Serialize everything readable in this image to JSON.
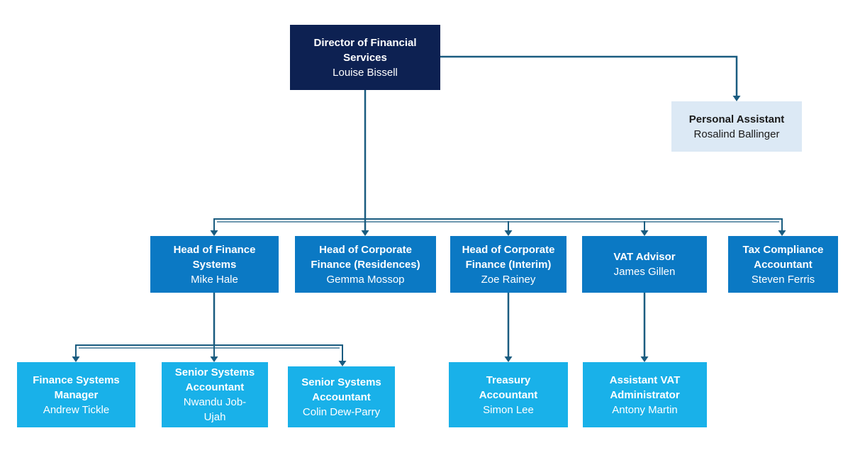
{
  "colors": {
    "level1_bg": "#0D2152",
    "assistant_bg": "#DCE9F5",
    "level2_bg": "#0B79C4",
    "level3_bg": "#19B1E9",
    "connector": "#1A5C80",
    "text_on_dark": "#FFFFFF",
    "text_on_light": "#1A1A1A"
  },
  "nodes": {
    "director": {
      "title": "Director of Financial Services",
      "name": "Louise Bissell"
    },
    "personal_assistant": {
      "title": "Personal Assistant",
      "name": "Rosalind Ballinger"
    },
    "head_finance_systems": {
      "title": "Head of Finance Systems",
      "name": "Mike Hale"
    },
    "head_corp_finance_residences": {
      "title": "Head of Corporate Finance (Residences)",
      "name": "Gemma Mossop"
    },
    "head_corp_finance_interim": {
      "title": "Head of Corporate Finance (Interim)",
      "name": "Zoe Rainey"
    },
    "vat_advisor": {
      "title": "VAT Advisor",
      "name": "James Gillen"
    },
    "tax_compliance_accountant": {
      "title": "Tax Compliance Accountant",
      "name": "Steven Ferris"
    },
    "finance_systems_manager": {
      "title": "Finance Systems Manager",
      "name": "Andrew Tickle"
    },
    "senior_systems_accountant_1": {
      "title": "Senior Systems Accountant",
      "name": "Nwandu Job-Ujah"
    },
    "senior_systems_accountant_2": {
      "title": "Senior Systems Accountant",
      "name": "Colin Dew-Parry"
    },
    "treasury_accountant": {
      "title": "Treasury Accountant",
      "name": "Simon Lee"
    },
    "assistant_vat_administrator": {
      "title": "Assistant VAT Administrator",
      "name": "Antony Martin"
    }
  },
  "edges": [
    {
      "from": "director",
      "to": "personal_assistant"
    },
    {
      "from": "director",
      "to": "head_finance_systems"
    },
    {
      "from": "director",
      "to": "head_corp_finance_residences"
    },
    {
      "from": "director",
      "to": "head_corp_finance_interim"
    },
    {
      "from": "director",
      "to": "vat_advisor"
    },
    {
      "from": "director",
      "to": "tax_compliance_accountant"
    },
    {
      "from": "head_finance_systems",
      "to": "finance_systems_manager"
    },
    {
      "from": "head_finance_systems",
      "to": "senior_systems_accountant_1"
    },
    {
      "from": "head_finance_systems",
      "to": "senior_systems_accountant_2"
    },
    {
      "from": "head_corp_finance_interim",
      "to": "treasury_accountant"
    },
    {
      "from": "vat_advisor",
      "to": "assistant_vat_administrator"
    }
  ]
}
